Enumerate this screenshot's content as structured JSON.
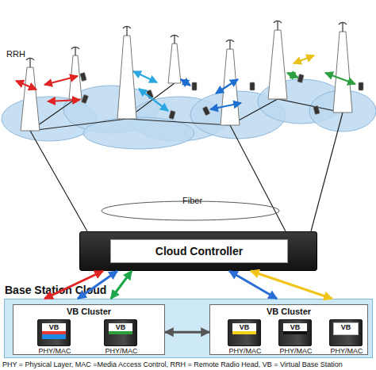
{
  "diagram": {
    "caption": "PHY = Physical Layer, MAC =Media Access Control, RRH = Remote Radio Head, VB = Virtual Base Station",
    "nodes": [
      {
        "text": [
          "Cloud Controller"
        ]
      },
      {
        "text": [
          "Base Station Cloud"
        ]
      },
      {
        "text": [
          "VB Cluster"
        ],
        "in": 1
      },
      {
        "text": [
          "VB",
          "PHY/MAC"
        ],
        "in": 2
      },
      {
        "text": [
          "VB",
          "PHY/MAC"
        ],
        "in": 2
      },
      {
        "text": [
          "VB Cluster"
        ],
        "in": 1
      },
      {
        "text": [
          "VB",
          "PHY/MAC"
        ],
        "in": 5
      },
      {
        "text": [
          "VB",
          "PHY/MAC"
        ],
        "in": 5
      },
      {
        "text": [
          "VB",
          "PHY/MAC"
        ],
        "in": 5
      }
    ],
    "edges": [
      {
        "from": 0,
        "to": 1,
        "arrow": "both"
      },
      {
        "from": 0,
        "to": 1,
        "arrow": "both"
      },
      {
        "from": 0,
        "to": 1,
        "arrow": "both"
      },
      {
        "from": 0,
        "to": 1,
        "arrow": "both"
      },
      {
        "from": 0,
        "to": 1,
        "arrow": "both"
      },
      {
        "from": 2,
        "to": 5,
        "arrow": "both"
      }
    ],
    "labels": [
      "RRH",
      "Fiber"
    ]
  }
}
